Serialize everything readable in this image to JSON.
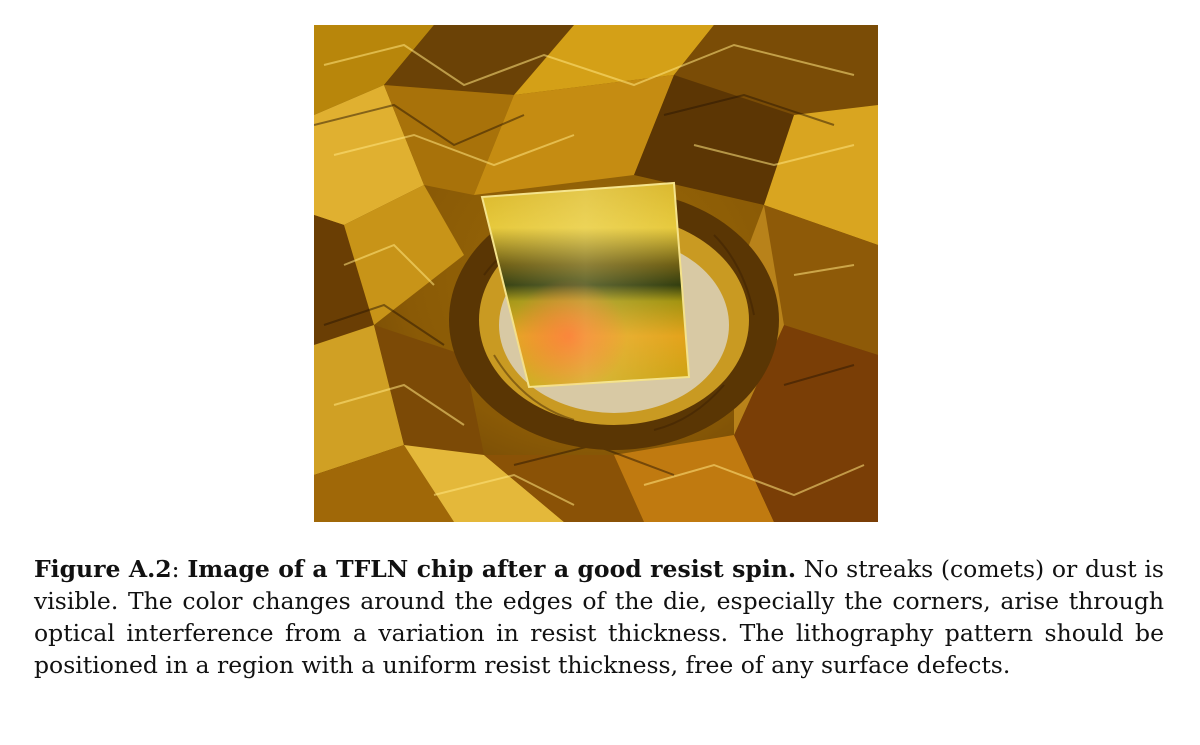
{
  "figure": {
    "image_alt": "Image of a TFLN chip after a good resist spin.",
    "caption": {
      "label": "Figure A.2",
      "separator": ": ",
      "headline": "Image of a TFLN chip after a good resist spin.",
      "body": " No streaks (comets) or dust is visible. The color changes around the edges of the die, especially the corners, arise through optical interference from a variation in resist thickness. The lithography pattern should be positioned in a region with a uniform resist thickness, free of any surface defects."
    }
  }
}
